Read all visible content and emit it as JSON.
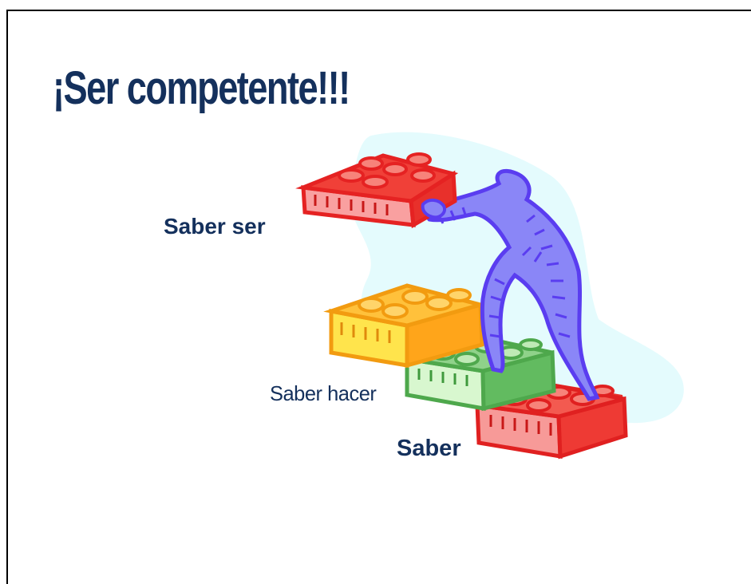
{
  "title": "¡Ser competente!!!",
  "labels": {
    "saber_ser": "Saber ser",
    "saber_hacer": "Saber hacer",
    "saber": "Saber"
  },
  "illustration": {
    "colors": {
      "background_blob": "#e4fbfd",
      "brick_red": "#f23b35",
      "brick_red_light": "#f9a0a0",
      "brick_orange": "#ffb11f",
      "brick_yellow": "#ffe24a",
      "brick_green": "#6cc06a",
      "brick_green_light": "#d4f5c8",
      "figure_purple": "#8a86f7",
      "figure_outline": "#5a3df0"
    }
  }
}
